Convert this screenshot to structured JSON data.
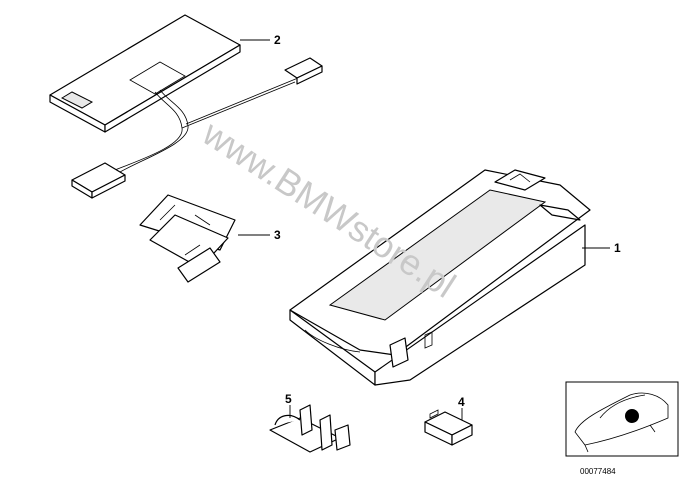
{
  "watermark": "www.BMWstore.pl",
  "callouts": {
    "p1": "1",
    "p2": "2",
    "p3": "3",
    "p4": "4",
    "p5": "5"
  },
  "reference_number": "00077484",
  "thumbnail_icon": "car-location-icon"
}
